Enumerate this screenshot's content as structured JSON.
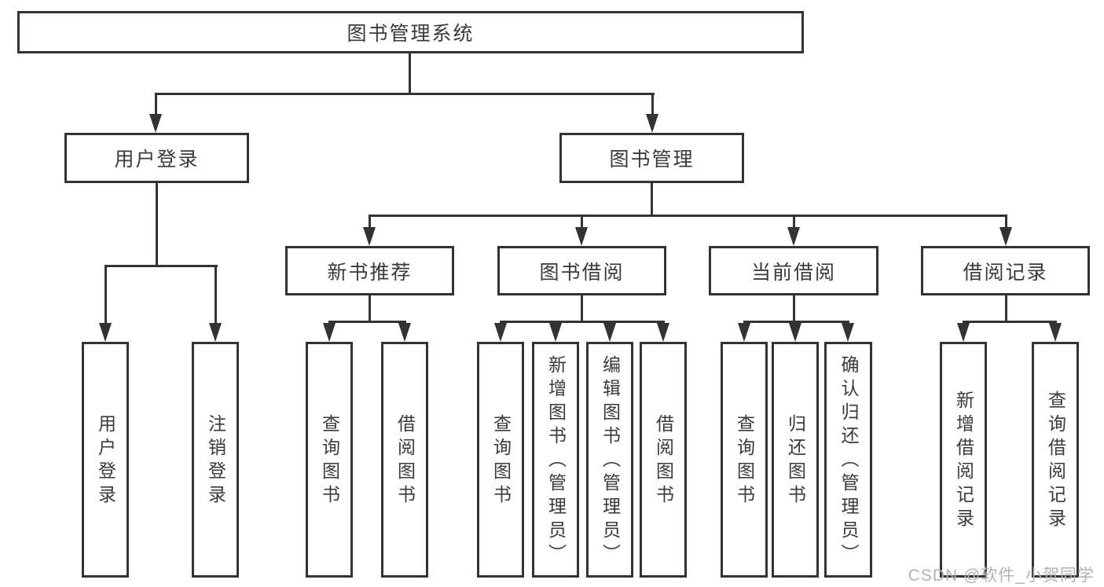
{
  "tree": {
    "root": "图书管理系统",
    "user_login": {
      "label": "用户登录",
      "children": [
        "用户登录",
        "注销登录"
      ]
    },
    "book_mgmt": {
      "label": "图书管理",
      "groups": [
        {
          "label": "新书推荐",
          "children": [
            "查询图书",
            "借阅图书"
          ]
        },
        {
          "label": "图书借阅",
          "children": [
            "查询图书",
            "新增图书（管理员）",
            "编辑图书（管理员）",
            "借阅图书"
          ]
        },
        {
          "label": "当前借阅",
          "children": [
            "查询图书",
            "归还图书",
            "确认归还（管理员）"
          ]
        },
        {
          "label": "借阅记录",
          "children": [
            "新增借阅记录",
            "查询借阅记录"
          ]
        }
      ]
    }
  },
  "watermark": "CSDN @软件_小贺同学",
  "colors": {
    "line": "#333333",
    "text": "#3a3a3a",
    "background": "#ffffff",
    "watermark": "#b2b2b2"
  }
}
